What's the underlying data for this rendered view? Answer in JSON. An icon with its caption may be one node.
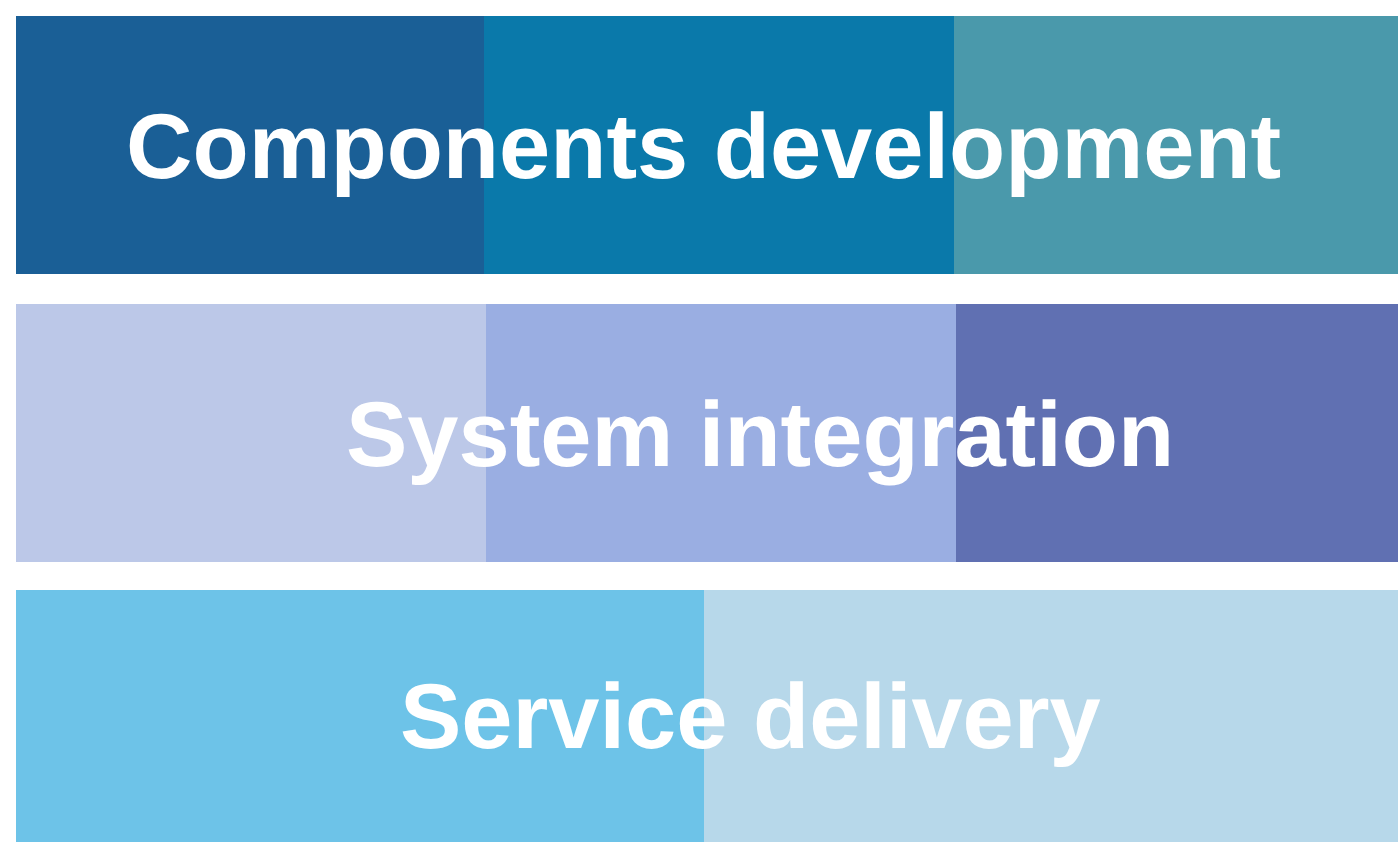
{
  "diagram": {
    "nodes": [
      {
        "text": [
          "Components development"
        ]
      },
      {
        "text": [
          "System integration"
        ]
      },
      {
        "text": [
          "Service delivery"
        ]
      }
    ]
  }
}
